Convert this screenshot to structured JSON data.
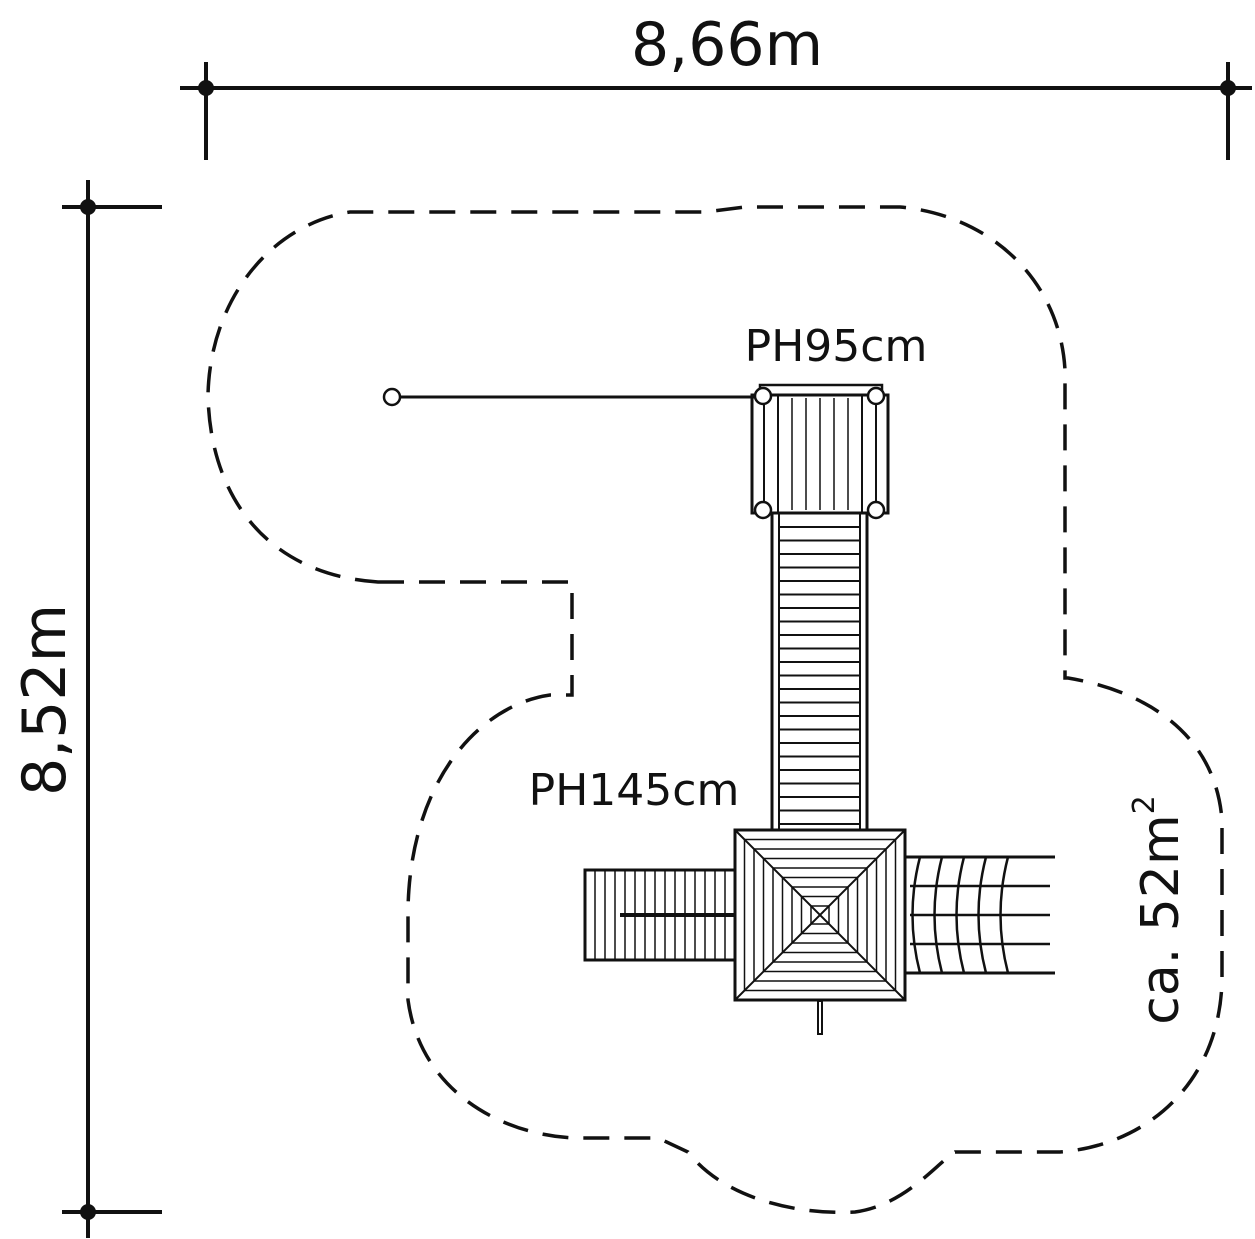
{
  "dimensions": {
    "width_label": "8,66m",
    "height_label": "8,52m"
  },
  "platforms": {
    "small_label": "PH95cm",
    "large_label": "PH145cm"
  },
  "area": {
    "prefix": "ca. 52m",
    "superscript": "2"
  },
  "colors": {
    "ink": "#111111",
    "background": "#ffffff"
  }
}
